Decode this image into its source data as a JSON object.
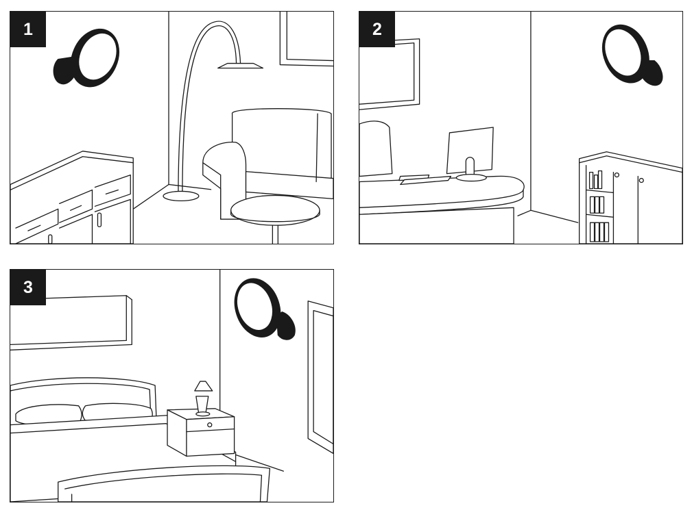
{
  "panels": [
    {
      "number": "1"
    },
    {
      "number": "2"
    },
    {
      "number": "3"
    }
  ],
  "colors": {
    "line": "#1a1a1a",
    "badge_background": "#1a1a1a",
    "badge_text": "#ffffff",
    "background": "#ffffff"
  }
}
